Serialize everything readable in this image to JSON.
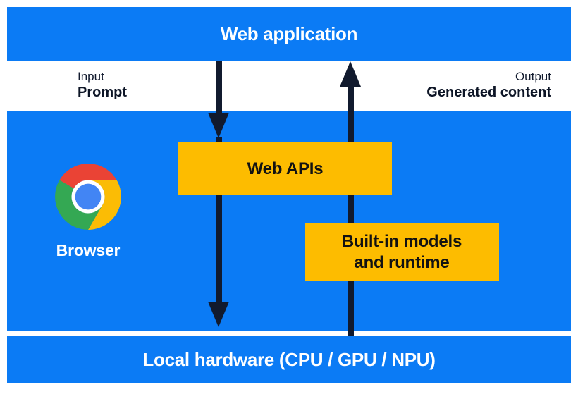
{
  "diagram": {
    "title_band": {
      "label": "Web application",
      "color": "#0b7bf5",
      "text_color": "#ffffff"
    },
    "flows": [
      {
        "name": "input",
        "kicker": "Input",
        "title": "Prompt",
        "direction": "down",
        "arrow_color": "#111a2e"
      },
      {
        "name": "output",
        "kicker": "Output",
        "title": "Generated content",
        "direction": "up",
        "arrow_color": "#111a2e"
      }
    ],
    "browser_band": {
      "label": "Browser",
      "color": "#0b7bf5",
      "icon": "chrome-logo",
      "boxes": [
        {
          "name": "web-apis",
          "line1": "Web APIs",
          "line2": "",
          "color": "#fdbc00",
          "text_color": "#121212"
        },
        {
          "name": "builtin-models-and-runtime",
          "line1": "Built-in models",
          "line2": "and runtime",
          "color": "#fdbc00",
          "text_color": "#121212"
        }
      ]
    },
    "hardware_band": {
      "label": "Local hardware (CPU / GPU / NPU)",
      "color": "#0b7bf5",
      "text_color": "#ffffff"
    },
    "chrome_logo_colors": {
      "red": "#ea4335",
      "yellow": "#fbbc05",
      "green": "#34a853",
      "blue": "#4285f4",
      "ring": "#ffffff"
    }
  }
}
